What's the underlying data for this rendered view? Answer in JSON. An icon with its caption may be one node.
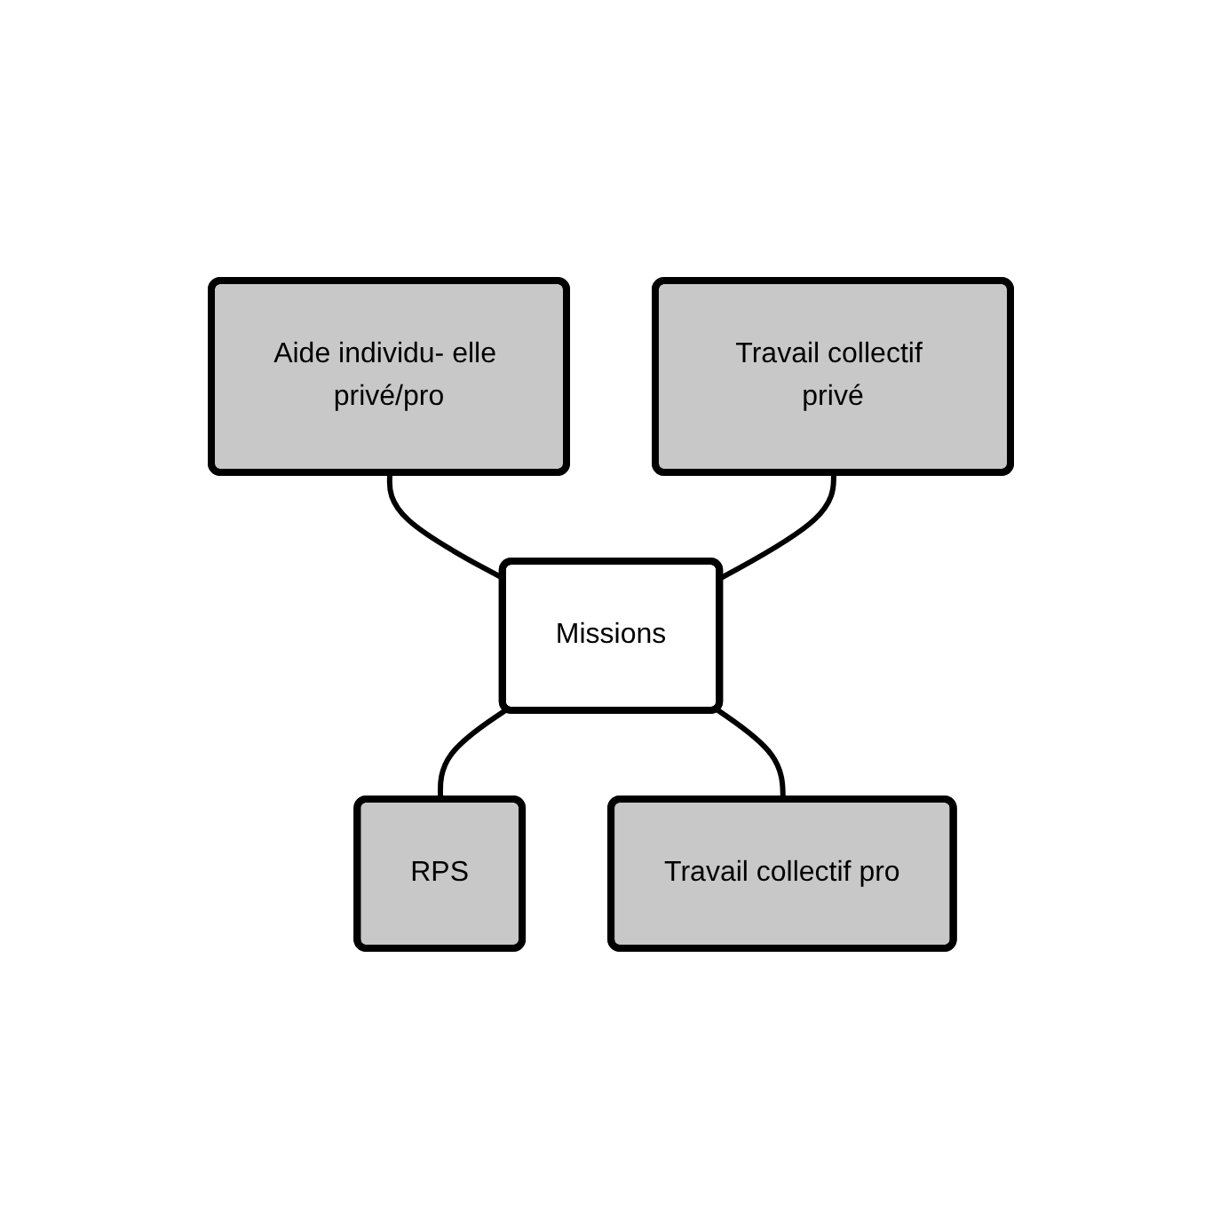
{
  "diagram": {
    "nodes": [
      {
        "text": [
          "Aide individu- elle privé/pro"
        ]
      },
      {
        "text": [
          "Travail collectif privé"
        ]
      },
      {
        "text": [
          "Missions"
        ]
      },
      {
        "text": [
          "RPS"
        ]
      },
      {
        "text": [
          "Travail collectif pro"
        ]
      }
    ],
    "edges": [
      {
        "from": 0,
        "to": 2,
        "arrow": "none"
      },
      {
        "from": 1,
        "to": 2,
        "arrow": "none"
      },
      {
        "from": 2,
        "to": 3,
        "arrow": "none"
      },
      {
        "from": 2,
        "to": 4,
        "arrow": "none"
      }
    ]
  }
}
